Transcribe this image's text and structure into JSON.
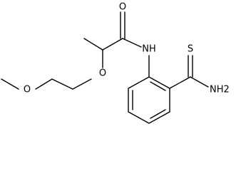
{
  "atom_labels": {
    "carbonyl_oxygen": "O",
    "amide_nitrogen": "NH",
    "ether_oxygen_1": "O",
    "ether_oxygen_2": "O",
    "thioamide_sulfur": "S",
    "thioamide_nitrogen": "NH2"
  }
}
